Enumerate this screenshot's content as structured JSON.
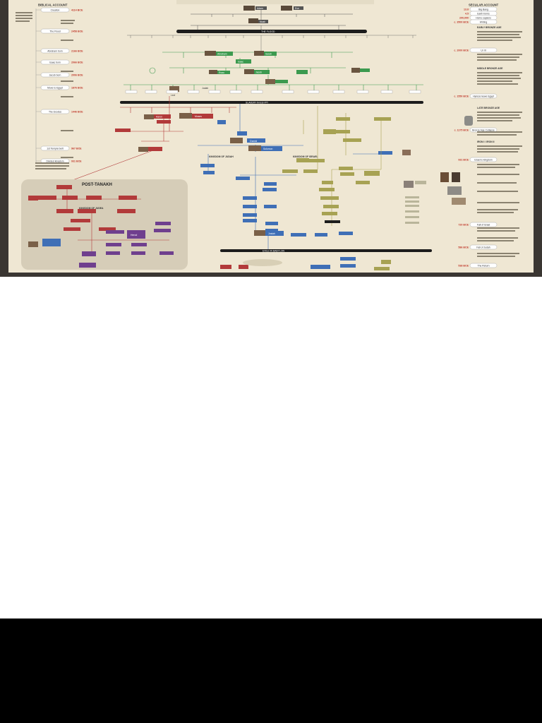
{
  "poster": {
    "left_header": "BIBLICAL ACCOUNT",
    "right_header": "SECULAR ACCOUNT",
    "post_tanakh": "POST-TANAKH",
    "kingdom_judea": "KINGDOM OF JUDEA",
    "kingdom_judah": "KINGDOM OF JUDAH",
    "kingdom_israel": "KINGDOM OF ISRAEL",
    "the_flood": "THE FLOOD",
    "exile": "EXILE IN BABYLON",
    "egypt": "SLAVERY IN EGYPT"
  },
  "left_timeline": [
    {
      "label": "Creation",
      "date": "4114 BCE"
    },
    {
      "label": "The Flood",
      "date": "2458 BCE"
    },
    {
      "label": "Abraham born",
      "date": "2166 BCE"
    },
    {
      "label": "Isaac born",
      "date": "2066 BCE"
    },
    {
      "label": "Jacob born",
      "date": "2006 BCE"
    },
    {
      "label": "Move to Egypt",
      "date": "1876 BCE"
    },
    {
      "label": "The Exodus",
      "date": "1446 BCE"
    },
    {
      "label": "1st Temple built",
      "date": "967 BCE"
    },
    {
      "label": "Divided kingdom",
      "date": "931 BCE"
    }
  ],
  "right_timeline": [
    {
      "date": "13.8",
      "label": "Big Bang"
    },
    {
      "date": "4.5",
      "label": "Earth forms"
    },
    {
      "date": "200,000",
      "label": "Homo sapiens"
    },
    {
      "date": "c. 3500 BCE",
      "label": "Writing"
    },
    {
      "date": "c. 2000 BCE",
      "label": "Ur III"
    },
    {
      "date": "c. 1550 BCE",
      "label": "Hyksos leave Egypt"
    },
    {
      "date": "c. 1175 BCE",
      "label": "Bronze Age Collapse"
    },
    {
      "date": "931 BCE",
      "label": "Israel is kingdom"
    },
    {
      "date": "720 BCE",
      "label": "Fall of Israel"
    },
    {
      "date": "586 BCE",
      "label": "Fall of Judah"
    },
    {
      "date": "538 BCE",
      "label": "The Return"
    }
  ],
  "right_sections": [
    "EARLY BRONZE AGE",
    "MIDDLE BRONZE AGE",
    "LATE BRONZE AGE",
    "IRON I / IRON II"
  ],
  "people": {
    "adam": "Adam",
    "eve": "Eve",
    "noah": "Noah",
    "abraham": "Abraham",
    "sarah": "Sarah",
    "isaac": "Isaac",
    "jacob": "Jacob",
    "esau": "Esau",
    "levi": "Levi",
    "judah": "Judah",
    "moses": "Moses",
    "aaron": "Aaron",
    "david": "David",
    "solomon": "Solomon",
    "josiah": "Josiah",
    "herod": "Herod"
  },
  "colors": {
    "green": "#3c9a4f",
    "red": "#b23a3a",
    "blue": "#3f6fb6",
    "olive": "#a7a253",
    "purple": "#6f3f8e",
    "black_band": "#1c1c1c",
    "timeline_red": "#c0392b"
  }
}
